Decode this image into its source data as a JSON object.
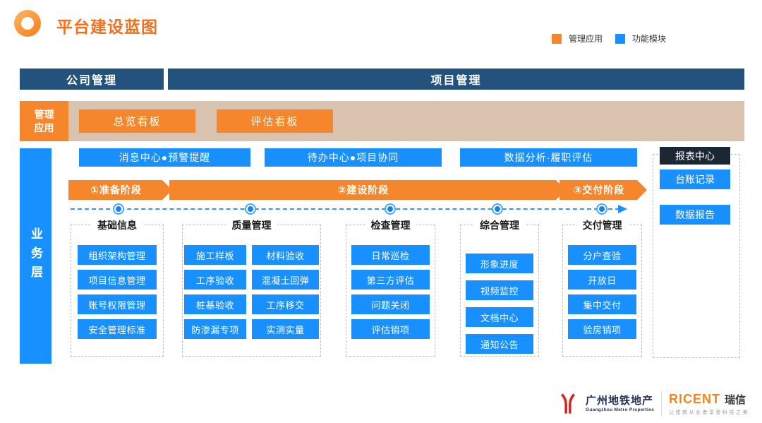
{
  "title": "平台建设蓝图",
  "legend": {
    "mgmt_app": "管理应用",
    "func_module": "功能模块"
  },
  "headers": {
    "company": "公司管理",
    "project": "项目管理"
  },
  "mgmt_row": {
    "label": "管理应用",
    "boards": [
      "总览看板",
      "评估看板"
    ]
  },
  "business_layer": {
    "label": "业务层"
  },
  "function_bars": [
    "消息中心●预警提醒",
    "待办中心●项目协同",
    "数据分析·履职评估"
  ],
  "report_center": {
    "title": "报表中心",
    "items": [
      "台账记录",
      "数据报告"
    ]
  },
  "phases": [
    "①准备阶段",
    "②建设阶段",
    "③交付阶段"
  ],
  "groups": [
    {
      "title": "基础信息",
      "items": [
        "组织架构管理",
        "项目信息管理",
        "账号权限管理",
        "安全管理标准"
      ]
    },
    {
      "title": "质量管理",
      "items": [
        "施工样板",
        "材料验收",
        "工序验收",
        "混凝土回弹",
        "桩基验收",
        "工序移交",
        "防渗漏专项",
        "实测实量"
      ]
    },
    {
      "title": "检查管理",
      "items": [
        "日常巡检",
        "第三方评估",
        "问题关闭",
        "评估销项"
      ]
    },
    {
      "title": "综合管理",
      "items": [
        "形象进度",
        "视频监控",
        "文档中心",
        "通知公告"
      ]
    },
    {
      "title": "交付管理",
      "items": [
        "分户查验",
        "开放日",
        "集中交付",
        "验房销项"
      ]
    }
  ],
  "footer": {
    "metro_cn": "广州地铁地产",
    "metro_en": "Guangzhou Metro Properties",
    "ricent_logo": "RICENT",
    "ricent_cn": "瑞信",
    "tagline": "让建筑从业者享受科技之美"
  },
  "colors": {
    "orange": "#F5862B",
    "blue": "#1890FF",
    "header_navy": "#23527C",
    "report_dark": "#1B2733",
    "tan": "#D9C3AF",
    "title_orange": "#F2701D",
    "metro_red": "#D6261F",
    "ricent_orange": "#F08519"
  }
}
